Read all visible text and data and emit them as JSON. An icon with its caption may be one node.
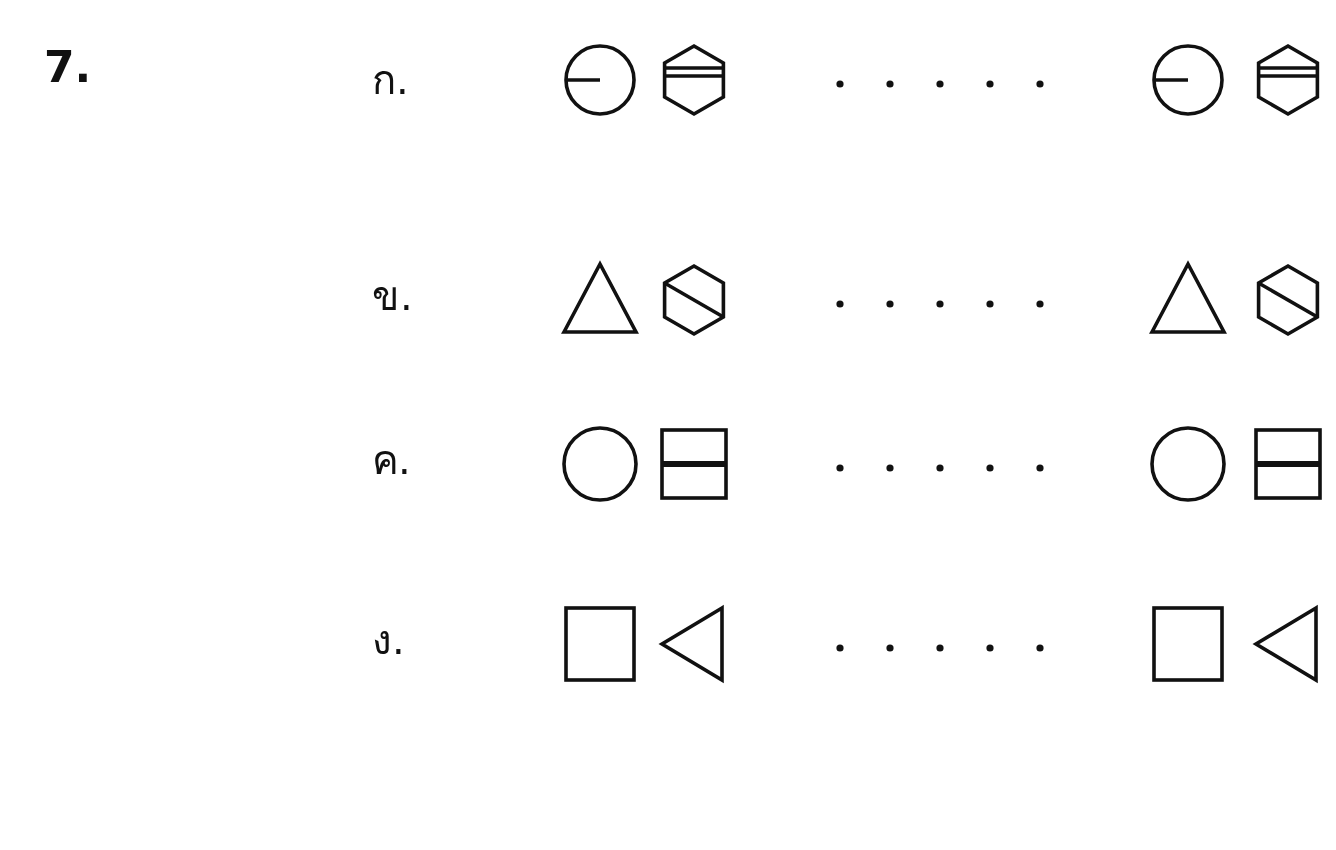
{
  "diagram": {
    "labels": [
      "7.",
      "ก.",
      "ข.",
      "ค.",
      "ง."
    ]
  }
}
